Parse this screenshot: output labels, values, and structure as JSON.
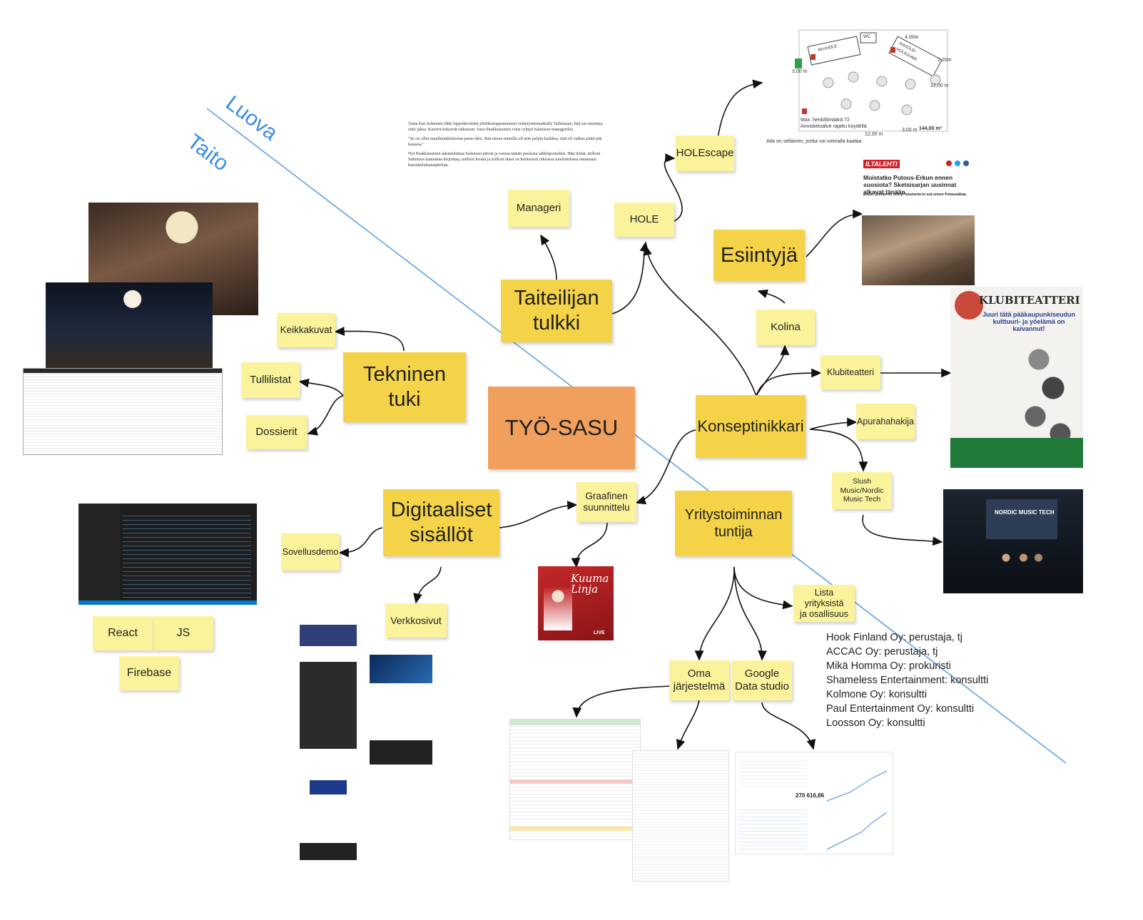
{
  "diagonal_labels": {
    "luova": "Luova",
    "taito": "Taito"
  },
  "center": "TYÖ-SASU",
  "nodes": {
    "taiteilijan_tulkki": "Taiteilijan\ntulkki",
    "tekninen_tuki": "Tekninen\ntuki",
    "digitaaliset_sisallot": "Digitaaliset\nsisällöt",
    "konseptinikkari": "Konseptinikkari",
    "esiintyja": "Esiintyjä",
    "yritystoiminnan_tuntija": "Yritystoiminnan\ntuntija",
    "manageri": "Manageri",
    "hole": "HOLE",
    "holescape": "HOLEscape",
    "keikkakuvat": "Keikkakuvat",
    "tullilistat": "Tullilistat",
    "dossierit": "Dossierit",
    "kolina": "Kolina",
    "klubiteatteri": "Klubiteatteri",
    "apurahahakija": "Apurahahakija",
    "slush": "Slush\nMusic/Nordic\nMusic Tech",
    "graafinen": "Graafinen\nsuunnittelu",
    "sovellusdemo": "Sovellusdemo",
    "verkkosivut": "Verkkosivut",
    "react": "React",
    "js": "JS",
    "firebase": "Firebase",
    "lista": "Lista yrityksistä\nja osallisuus",
    "oma": "Oma\njärjestelmä",
    "google": "Google\nData studio"
  },
  "companies": [
    "Hook Finland Oy: perustaja, tj",
    "ACCAC Oy: perustaja, tj",
    "Mikä Homma Oy: prokuristi",
    "Shameless Entertainment: konsultti",
    "Kolmone Oy: konsultti",
    "Paul Entertainment Oy: konsultti",
    "Loosson Oy: konsultti"
  ],
  "article": {
    "p1": "Vasta kun Salminen lähti loppukeväästä yhtiökumppaneineen vetäytymismatkalle Tallinnaan, hän sai sanottua, ettei jaksa. Kaverit keksivät ratkaisun: Sasu Paakkunainen voisi ryhtyä Salmisen manageriksi.",
    "p2": "\"Se on ollut maailmanhistorian paras idea. Sitä ennen minulla oli niin paljon kaikkea, että oli vaikea pitää pää kasassa.\"",
    "p3": "Nyt Paakkunainen aikatauluttaa Salmisen päivät ja vastaa tämän puolesta sähköposteihin. Hän tietää, milloin Salmisen kannattaa kirjoittaa, milloin levätä ja milloin tämä on henkisesti oikeassa mielentilassa antamaan hassutteluhaastatteluja."
  },
  "floorplan": {
    "alcohole": "AlcoHOLE",
    "wc": "WC",
    "arthole": "ArtHOLE/\nHOLEscape",
    "dim1": "4,00m",
    "dim2": "2,20m",
    "dim3": "3,00 m",
    "dim4": "12,00 m",
    "dim5": "12,00 m",
    "dim6": "3,00 m",
    "area": "144,00 m²",
    "max": "Max. henkilömäärä 72\nAnniskelualue rajattu köydellä",
    "caption": "Aita on sellainen, jonka voi voimalla kaataa"
  },
  "iltalehti": {
    "brand": "ILTALEHTI",
    "headline": "Muistatko Putous-Erkun ennen suosiota? Sketsisarjan uusinnat alkavat tänään",
    "lead": "Erkun Leevan on tehnyt huumoria tv:ssä ennen Putousaikaa."
  },
  "klubi": {
    "logo": "KLUBITEATTERI",
    "slogan": "Juuri tätä pääkaupunkiseudun kulttuuri- ja yöelämä on kaivannut!"
  },
  "nmt": "NORDIC MUSIC TECH",
  "kuuma": {
    "title": "Kuuma\nLinja",
    "live": "LIVE"
  },
  "sheet": {
    "total": "270 616,86"
  },
  "colors": {
    "accent_line": "#3b8ee0",
    "center_note": "#f0a05c",
    "main_note": "#f4d348",
    "sub_note": "#fbf39b"
  }
}
